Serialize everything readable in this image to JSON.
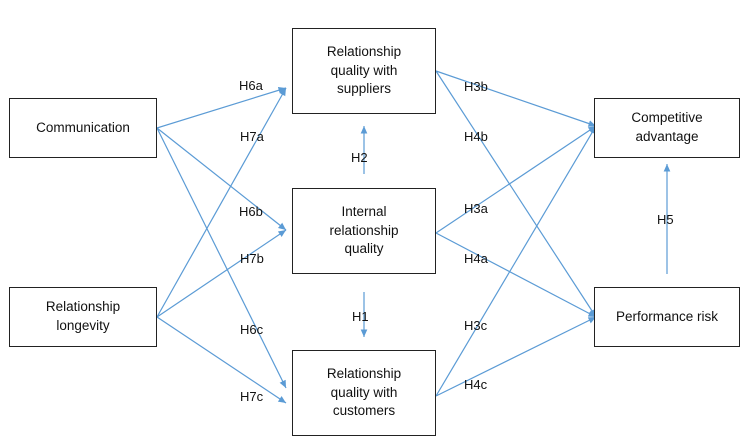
{
  "nodes": {
    "rq_suppliers": "Relationship\nquality with\nsuppliers",
    "communication": "Communication",
    "competitive_advantage": "Competitive\nadvantage",
    "internal_rq": "Internal\nrelationship\nquality",
    "longevity": "Relationship\nlongevity",
    "performance_risk": "Performance risk",
    "rq_customers": "Relationship\nquality with\ncustomers"
  },
  "hypotheses": {
    "H6a": "H6a",
    "H7a": "H7a",
    "H6b": "H6b",
    "H7b": "H7b",
    "H6c": "H6c",
    "H7c": "H7c",
    "H2": "H2",
    "H1": "H1",
    "H3b": "H3b",
    "H4b": "H4b",
    "H3a": "H3a",
    "H4a": "H4a",
    "H3c": "H3c",
    "H4c": "H4c",
    "H5": "H5"
  },
  "colors": {
    "arrow": "#5b9bd5",
    "border": "#222222",
    "text": "#111111"
  }
}
